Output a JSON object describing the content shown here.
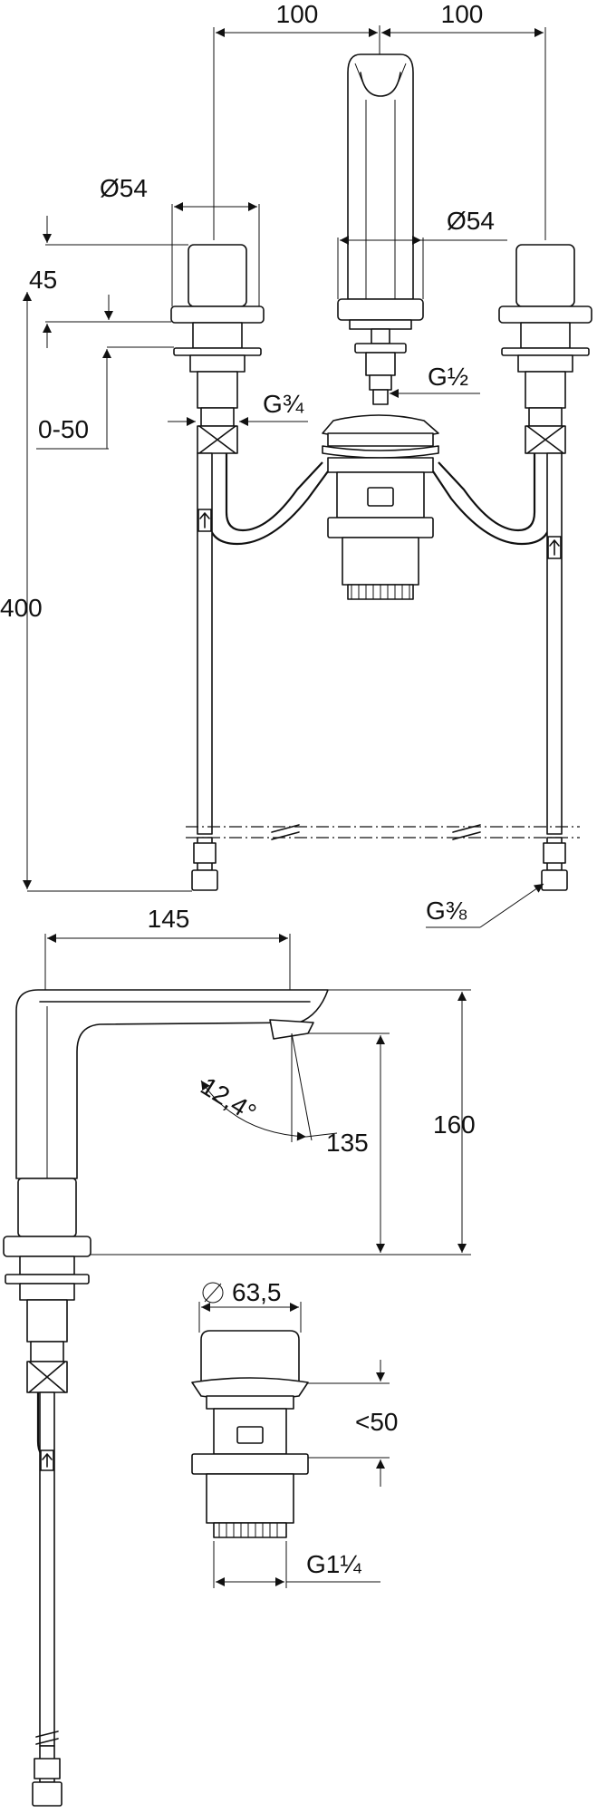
{
  "dimensions": {
    "left_spacing": "100",
    "right_spacing": "100",
    "handle_diameter": "Ø54",
    "spout_diameter": "Ø54",
    "handle_height": "45",
    "deck_range": "0-50",
    "spout_thread": "G½",
    "valve_thread": "G¾",
    "total_height": "400",
    "hose_thread": "G⅜",
    "spout_reach": "145",
    "spout_total_height": "160",
    "spout_outlet_height": "135",
    "spout_angle": "12,4°",
    "waste_diameter": "63,5",
    "waste_height": "<50",
    "waste_thread": "G1¼"
  },
  "icons": {
    "flow_arrow_left": "arrow-up-icon",
    "flow_arrow_right": "arrow-up-icon",
    "diameter_symbol": "diameter-icon"
  }
}
